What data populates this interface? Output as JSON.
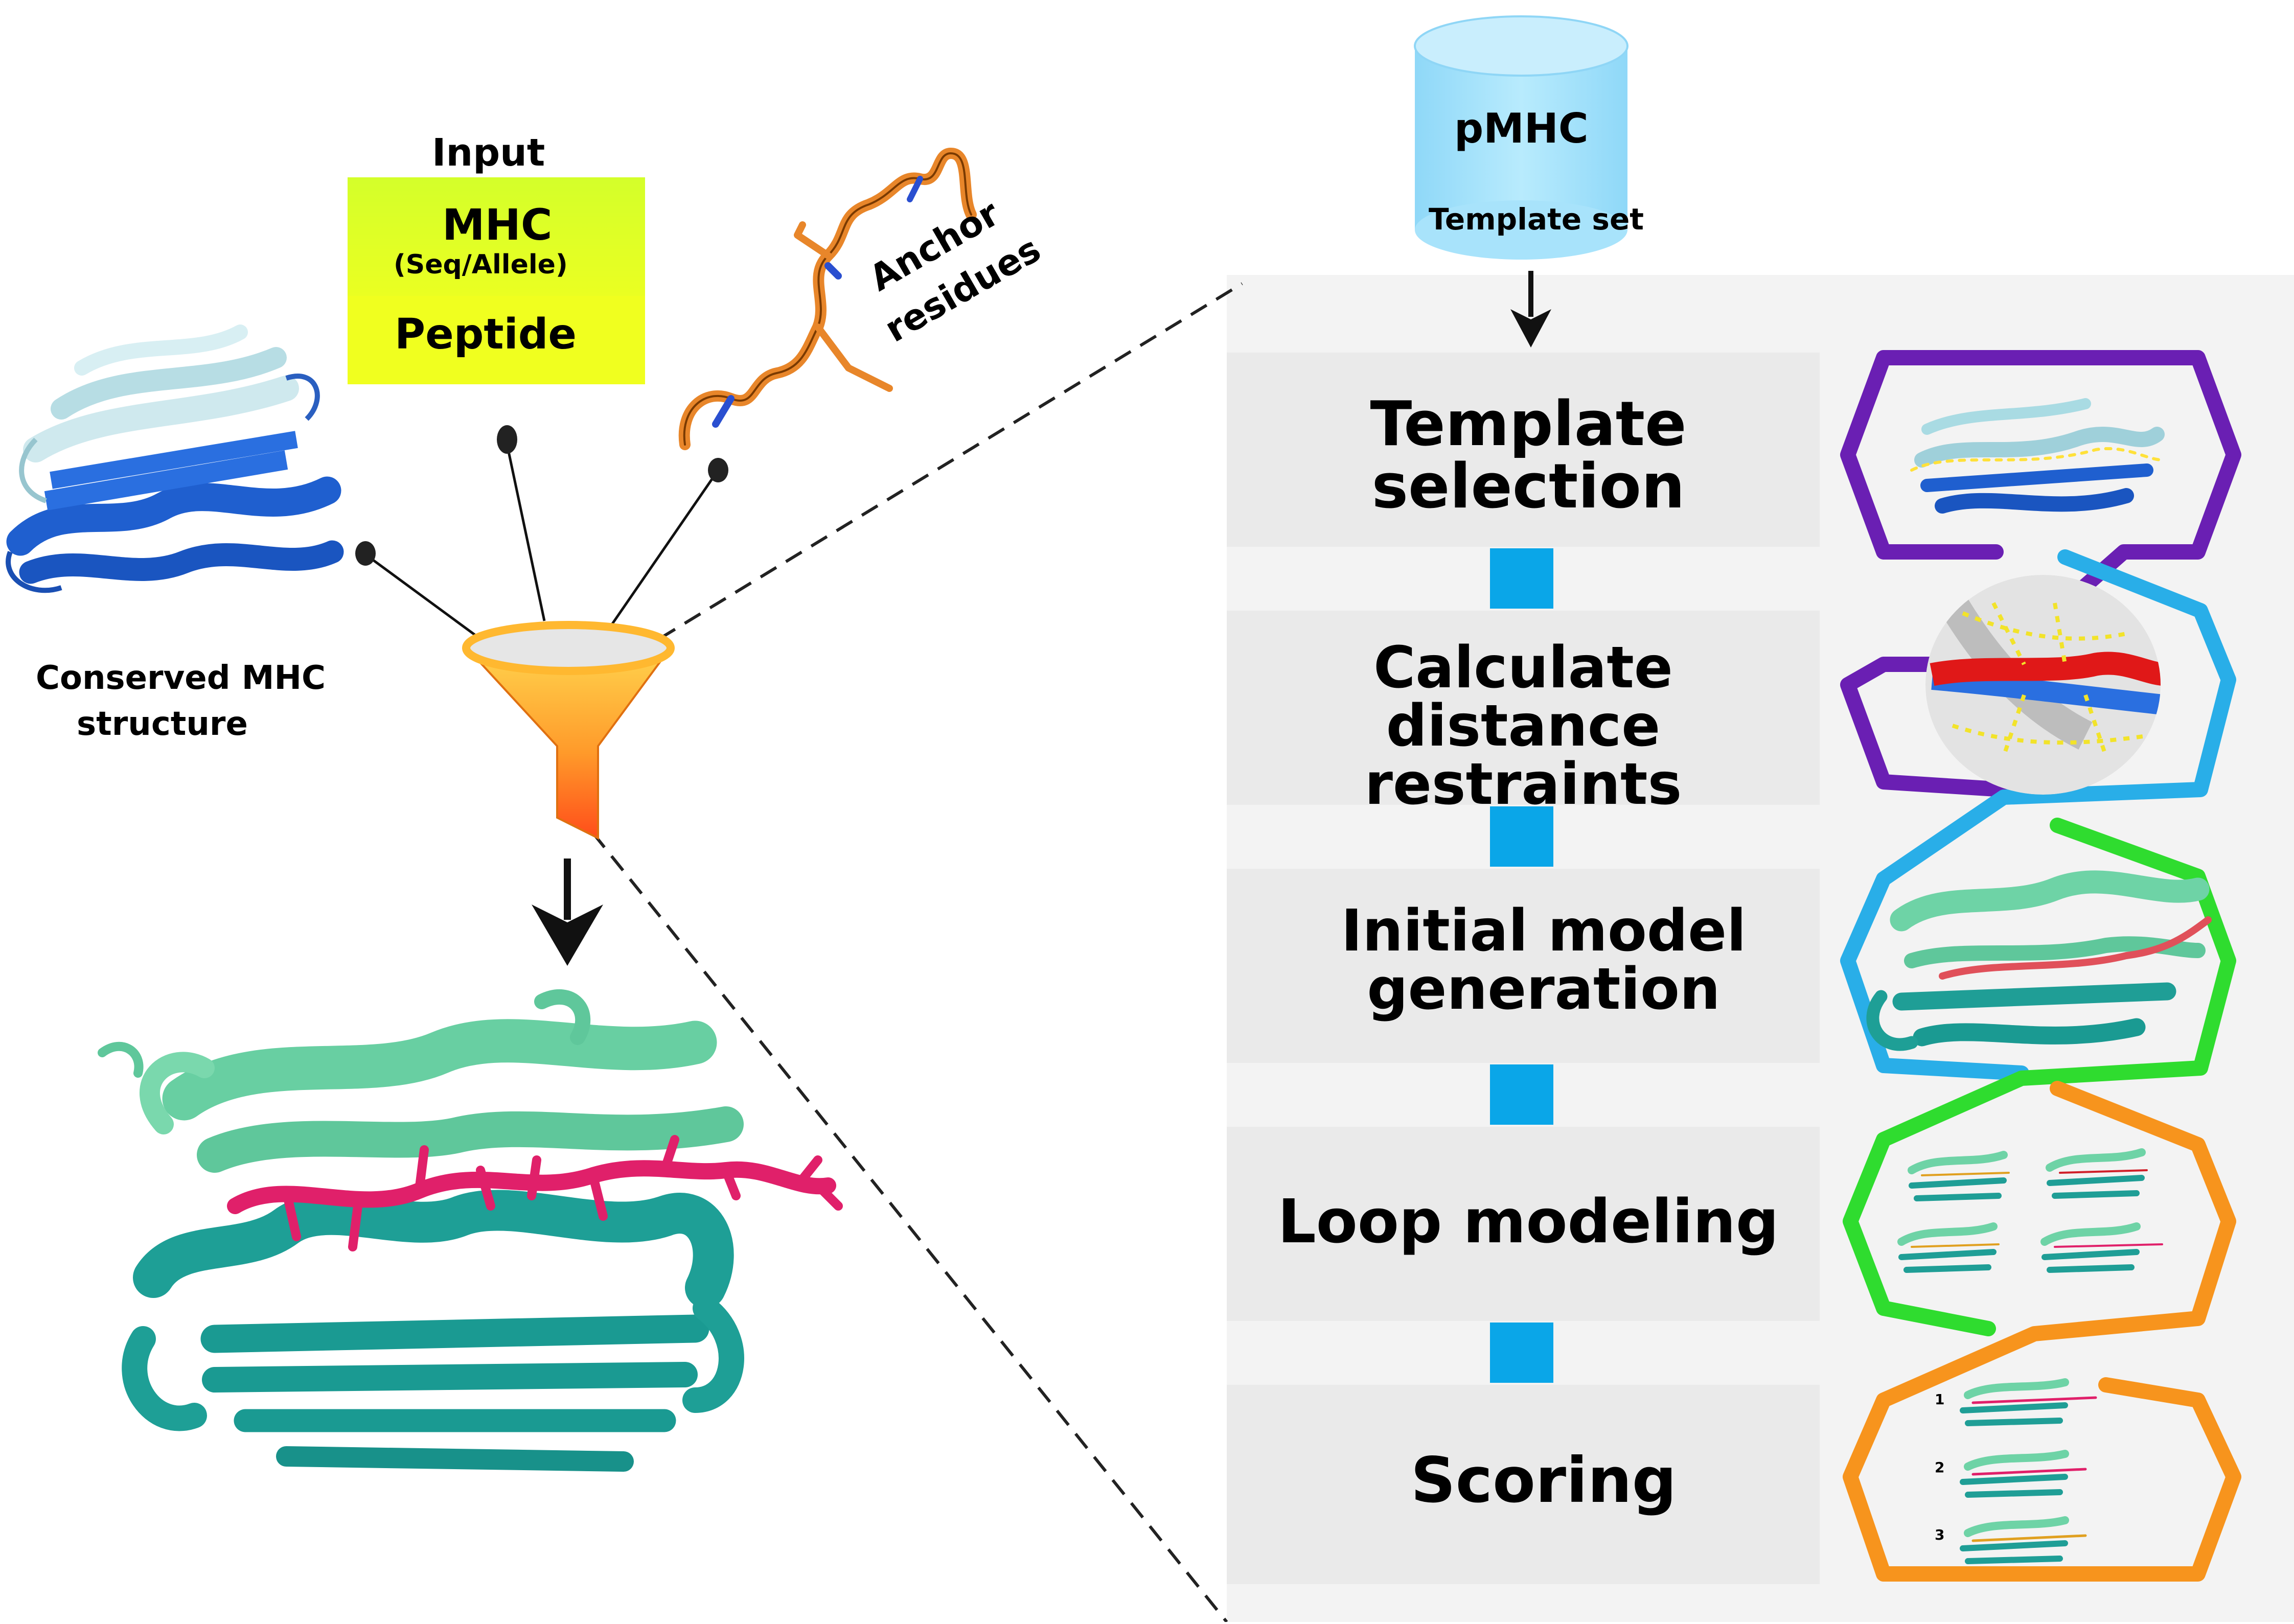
{
  "input": {
    "title": "Input",
    "mhc_label": "MHC",
    "mhc_sub": "(Seq/Allele)",
    "peptide_label": "Peptide"
  },
  "conserved": {
    "line1": "Conserved MHC",
    "line2": "structure"
  },
  "anchor": {
    "line1": "Anchor",
    "line2": "residues"
  },
  "database": {
    "title": "pMHC",
    "subtitle": "Template set"
  },
  "steps": [
    {
      "line1": "Template",
      "line2": "selection"
    },
    {
      "line1": "Calculate distance",
      "line2": "restraints"
    },
    {
      "line1": "Initial model",
      "line2": "generation"
    },
    {
      "line1": "Loop modeling",
      "line2": ""
    },
    {
      "line1": "Scoring",
      "line2": ""
    }
  ],
  "ranks": [
    "1",
    "2",
    "3"
  ],
  "colors": {
    "purple": "#6a1fb3",
    "sky": "#29aee8",
    "green": "#2fdc2f",
    "orange": "#f7941d",
    "connector": "#0aa6e8",
    "panel": "#f2f2f2",
    "step_box": "#e9e9e9",
    "input_mhc": "#d8ff2a",
    "input_peptide": "#f2ff1a",
    "cylinder": "#a6e2fb",
    "funnel_top": "#ffc940",
    "funnel_bottom": "#ff5a1a",
    "peptide_pink": "#e0206a",
    "teal": "#1f9e96",
    "mint": "#6ed3a6",
    "mhc_blue": "#1f5fcf",
    "mhc_light": "#bfe6ea"
  }
}
